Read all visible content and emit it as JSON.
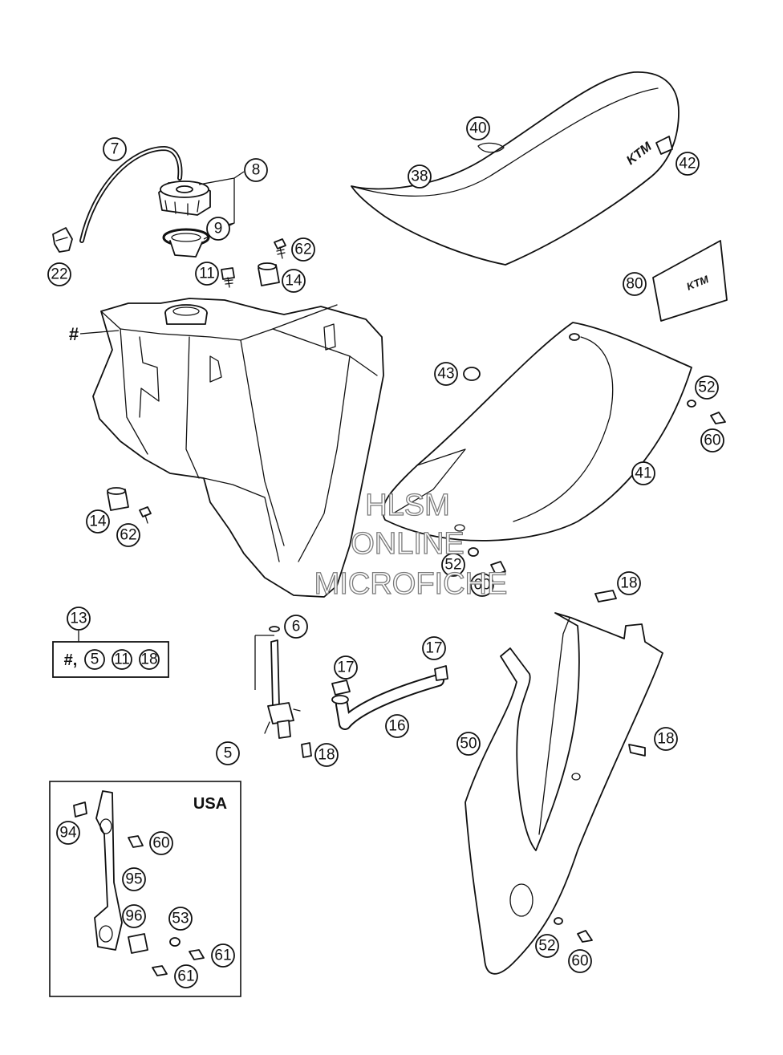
{
  "callouts": [
    {
      "id": "c7",
      "label": "7"
    },
    {
      "id": "c8",
      "label": "8"
    },
    {
      "id": "c9",
      "label": "9"
    },
    {
      "id": "c22",
      "label": "22"
    },
    {
      "id": "c62a",
      "label": "62"
    },
    {
      "id": "c11a",
      "label": "11"
    },
    {
      "id": "c14a",
      "label": "14"
    },
    {
      "id": "c40",
      "label": "40"
    },
    {
      "id": "c38",
      "label": "38"
    },
    {
      "id": "c42",
      "label": "42"
    },
    {
      "id": "c80",
      "label": "80"
    },
    {
      "id": "c43",
      "label": "43"
    },
    {
      "id": "c52a",
      "label": "52"
    },
    {
      "id": "c60a",
      "label": "60"
    },
    {
      "id": "c41",
      "label": "41"
    },
    {
      "id": "c14b",
      "label": "14"
    },
    {
      "id": "c62b",
      "label": "62"
    },
    {
      "id": "c52b",
      "label": "52"
    },
    {
      "id": "c60b",
      "label": "60"
    },
    {
      "id": "c18a",
      "label": "18"
    },
    {
      "id": "c13",
      "label": "13"
    },
    {
      "id": "c6",
      "label": "6"
    },
    {
      "id": "c17a",
      "label": "17"
    },
    {
      "id": "c17b",
      "label": "17"
    },
    {
      "id": "c16",
      "label": "16"
    },
    {
      "id": "c5",
      "label": "5"
    },
    {
      "id": "c18b",
      "label": "18"
    },
    {
      "id": "c50",
      "label": "50"
    },
    {
      "id": "c18c",
      "label": "18"
    },
    {
      "id": "c94",
      "label": "94"
    },
    {
      "id": "c60c",
      "label": "60"
    },
    {
      "id": "c95",
      "label": "95"
    },
    {
      "id": "c96",
      "label": "96"
    },
    {
      "id": "c53",
      "label": "53"
    },
    {
      "id": "c61a",
      "label": "61"
    },
    {
      "id": "c61b",
      "label": "61"
    },
    {
      "id": "c52c",
      "label": "52"
    },
    {
      "id": "c60d",
      "label": "60"
    }
  ],
  "tank_marker": "#",
  "kit_box": {
    "hash": "#,",
    "items": [
      "5",
      "11",
      "18"
    ]
  },
  "usa_inset": {
    "label": "USA"
  },
  "seat_logo": "KTM",
  "sticker_logo": "KTM",
  "watermark": {
    "line1": "HLSM",
    "line2": "ONLINE",
    "line3": "MICROFICHE"
  }
}
